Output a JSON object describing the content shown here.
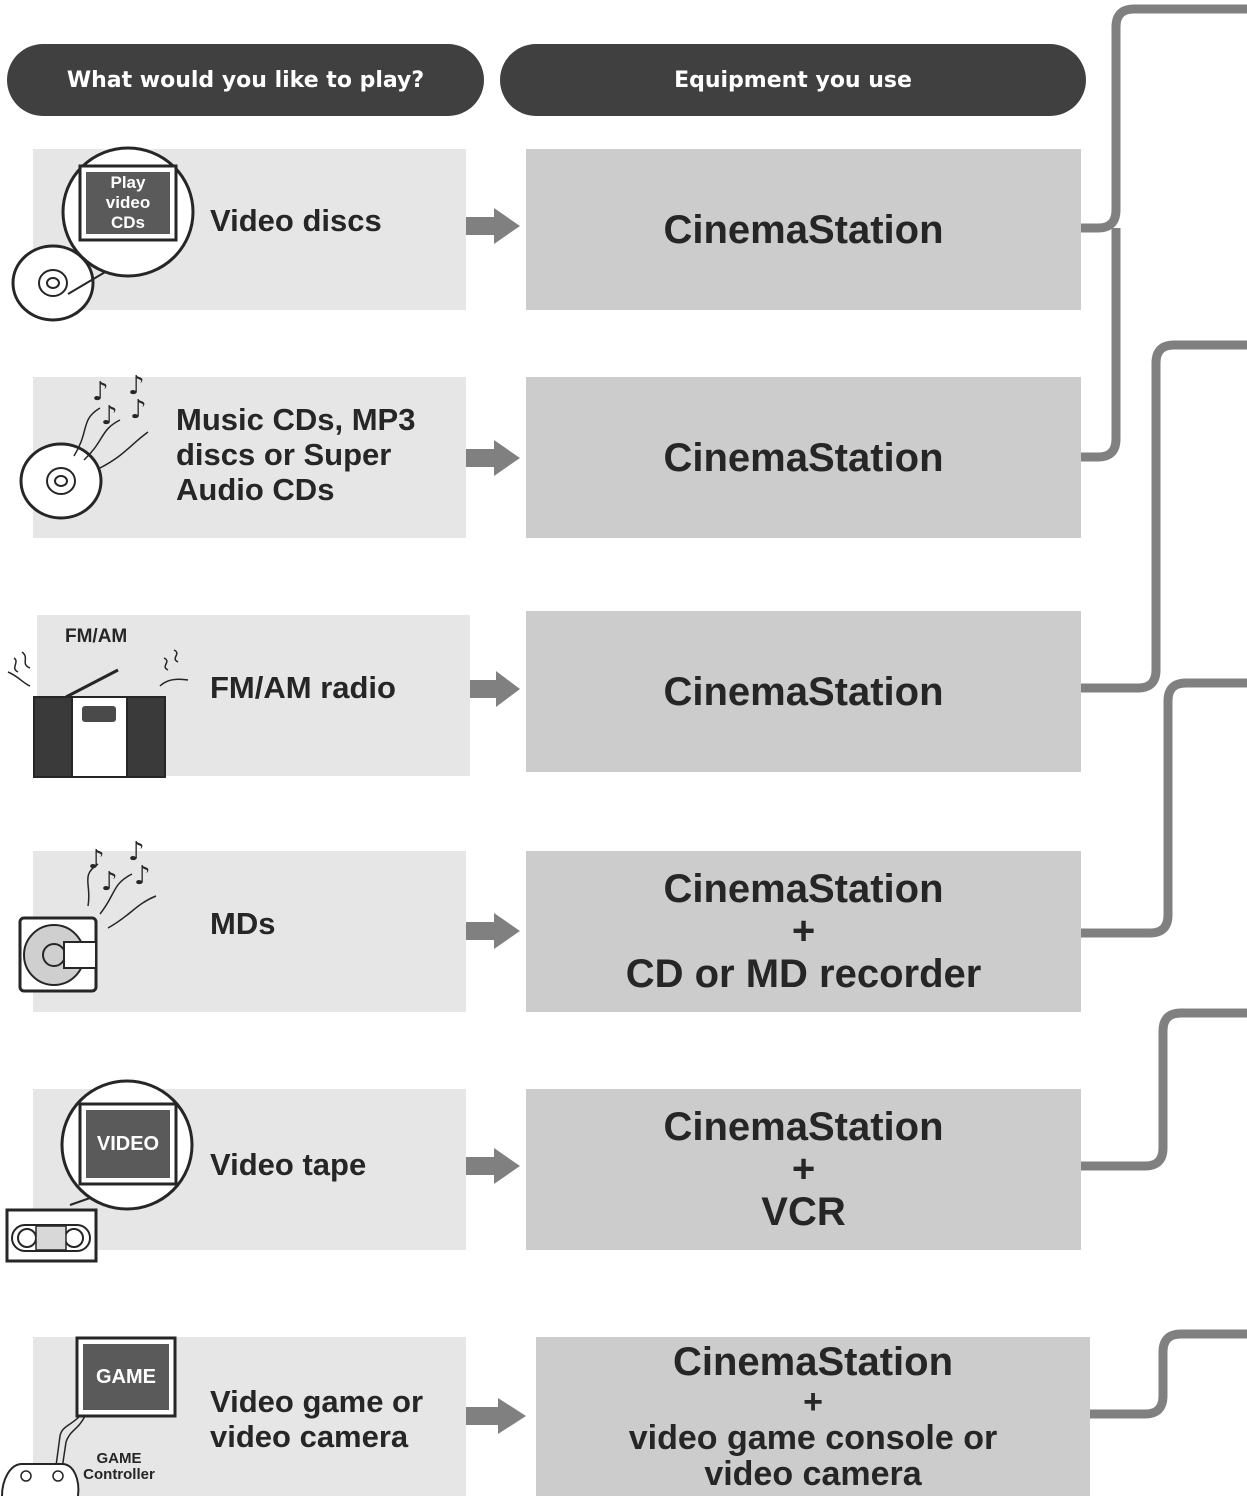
{
  "headers": {
    "play": "What would you like to play?",
    "equipment": "Equipment you use"
  },
  "rows": [
    {
      "source": "Video discs",
      "icon_label": "Play video CDs",
      "icon_label_lines": [
        "Play",
        "video",
        "CDs"
      ],
      "equipment": [
        "CinemaStation"
      ]
    },
    {
      "source": "Music CDs, MP3 discs or Super Audio CDs",
      "source_lines": [
        "Music CDs, MP3",
        "discs or Super",
        "Audio CDs"
      ],
      "equipment": [
        "CinemaStation"
      ]
    },
    {
      "source": "FM/AM radio",
      "icon_label": "FM/AM",
      "equipment": [
        "CinemaStation"
      ]
    },
    {
      "source": "MDs",
      "equipment": [
        "CinemaStation",
        "+",
        "CD or MD recorder"
      ]
    },
    {
      "source": "Video tape",
      "icon_label": "VIDEO",
      "equipment": [
        "CinemaStation",
        "+",
        "VCR"
      ]
    },
    {
      "source": "Video game or video camera",
      "source_lines": [
        "Video game or",
        "video camera"
      ],
      "icon_label": "GAME",
      "icon_sublabel_lines": [
        "GAME",
        "Controller"
      ],
      "equipment": [
        "CinemaStation",
        "+",
        "video game console or",
        "video camera"
      ]
    }
  ],
  "colors": {
    "header_bg": "#404040",
    "left_box": "#e6e6e6",
    "right_box": "#cccccc",
    "connector": "#808080",
    "text": "#262626"
  }
}
